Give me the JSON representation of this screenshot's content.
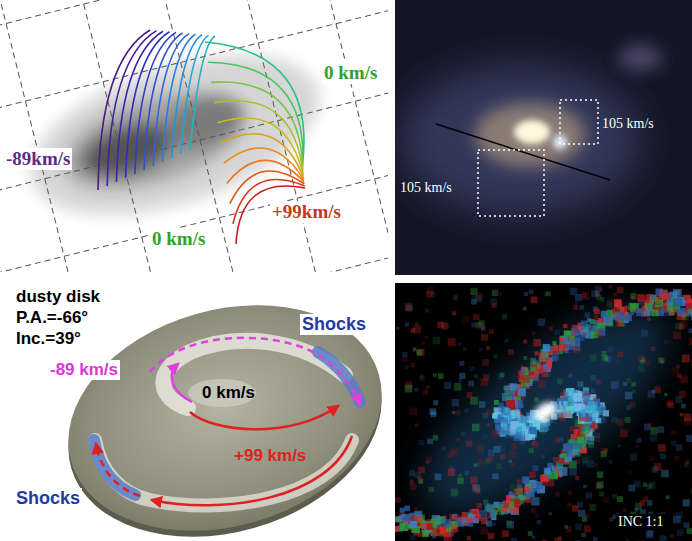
{
  "diagram": {
    "labels": [
      "0 km/s",
      "-89km/s",
      "+99km/s",
      "0 km/s",
      "105 km/s",
      "105 km/s",
      "dusty disk",
      "P.A.=-66°",
      "Inc.=39°",
      "Shocks",
      "-89 km/s",
      "0 km/s",
      "+99 km/s",
      "Shocks",
      "INC 1:1"
    ]
  }
}
